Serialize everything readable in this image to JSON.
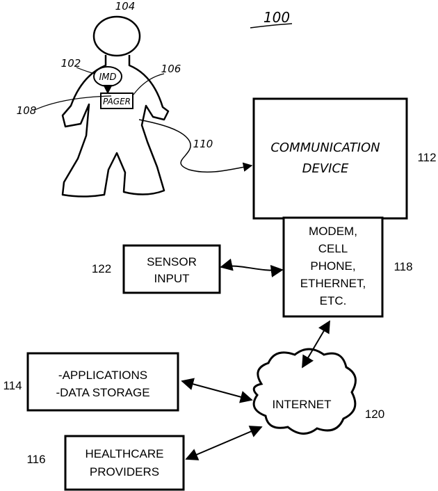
{
  "figure": {
    "number": "100"
  },
  "person": {
    "ref": "104",
    "imd": {
      "label": "IMD",
      "ref": "102"
    },
    "pager": {
      "label": "PAGER",
      "ref": "106"
    },
    "ref_108": "108"
  },
  "link": {
    "ref": "110"
  },
  "communication_device": {
    "line1": "COMMUNICATION",
    "line2": "DEVICE",
    "ref": "112"
  },
  "modem_box": {
    "lines": [
      "MODEM,",
      "CELL",
      "PHONE,",
      "ETHERNET,",
      "ETC."
    ],
    "ref": "118"
  },
  "sensor_box": {
    "lines": [
      "SENSOR",
      "INPUT"
    ],
    "ref": "122"
  },
  "applications_box": {
    "lines": [
      "-APPLICATIONS",
      "-DATA STORAGE"
    ],
    "ref": "114"
  },
  "healthcare_box": {
    "lines": [
      "HEALTHCARE",
      "PROVIDERS"
    ],
    "ref": "116"
  },
  "internet": {
    "label": "INTERNET",
    "ref": "120"
  }
}
